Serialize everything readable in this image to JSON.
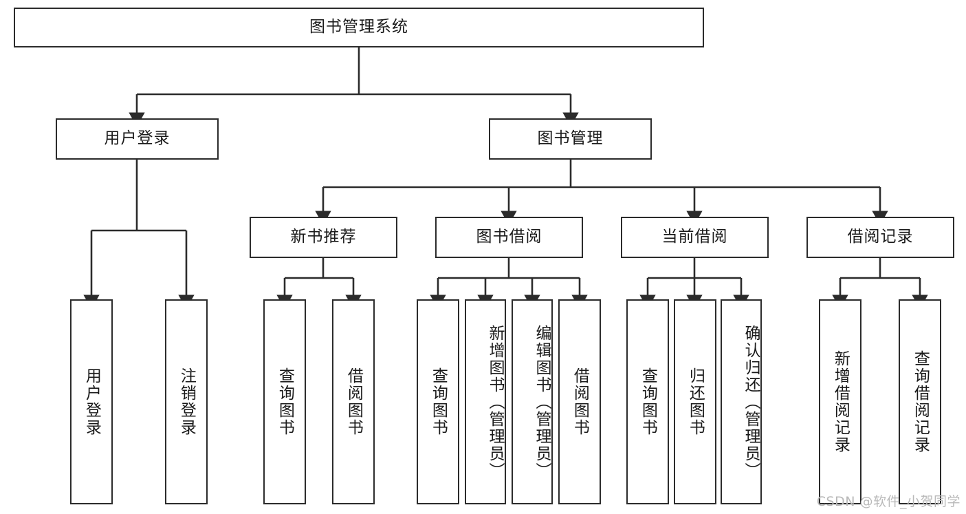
{
  "diagram": {
    "title": "图书管理系统",
    "type": "tree-hierarchy",
    "watermark": "CSDN @软件_小贺同学",
    "colors": {
      "border": "#2b2b2b",
      "background": "#ffffff",
      "text": "#1a1a1a",
      "watermark": "#b9b9b9"
    }
  },
  "nodes": {
    "root": {
      "label": "图书管理系统"
    },
    "level2": [
      {
        "id": "user-login",
        "label": "用户登录"
      },
      {
        "id": "book-manage",
        "label": "图书管理"
      }
    ],
    "level3": [
      {
        "id": "new-book-recommend",
        "label": "新书推荐"
      },
      {
        "id": "book-borrow",
        "label": "图书借阅"
      },
      {
        "id": "current-borrow",
        "label": "当前借阅"
      },
      {
        "id": "borrow-record",
        "label": "借阅记录"
      }
    ],
    "leaves": {
      "user_login": [
        {
          "id": "leaf-user-login",
          "label": "用户登录"
        },
        {
          "id": "leaf-logout",
          "label": "注销登录"
        }
      ],
      "new_book_recommend": [
        {
          "id": "leaf-query-book-1",
          "label": "查询图书"
        },
        {
          "id": "leaf-borrow-book-1",
          "label": "借阅图书"
        }
      ],
      "book_borrow": [
        {
          "id": "leaf-query-book-2",
          "label": "查询图书"
        },
        {
          "id": "leaf-add-book",
          "label": "新增图书（管理员）"
        },
        {
          "id": "leaf-edit-book",
          "label": "编辑图书（管理员）"
        },
        {
          "id": "leaf-borrow-book-2",
          "label": "借阅图书"
        }
      ],
      "current_borrow": [
        {
          "id": "leaf-query-book-3",
          "label": "查询图书"
        },
        {
          "id": "leaf-return-book",
          "label": "归还图书"
        },
        {
          "id": "leaf-confirm-return",
          "label": "确认归还（管理员）"
        }
      ],
      "borrow_record": [
        {
          "id": "leaf-add-record",
          "label": "新增借阅记录"
        },
        {
          "id": "leaf-query-record",
          "label": "查询借阅记录"
        }
      ]
    }
  },
  "chart_data": {
    "type": "table",
    "title": "图书管理系统 功能结构图",
    "hierarchy": [
      {
        "level": 1,
        "name": "图书管理系统",
        "children": [
          {
            "level": 2,
            "name": "用户登录",
            "children": [
              {
                "level": 3,
                "name": "用户登录"
              },
              {
                "level": 3,
                "name": "注销登录"
              }
            ]
          },
          {
            "level": 2,
            "name": "图书管理",
            "children": [
              {
                "level": 3,
                "name": "新书推荐",
                "children": [
                  {
                    "level": 4,
                    "name": "查询图书"
                  },
                  {
                    "level": 4,
                    "name": "借阅图书"
                  }
                ]
              },
              {
                "level": 3,
                "name": "图书借阅",
                "children": [
                  {
                    "level": 4,
                    "name": "查询图书"
                  },
                  {
                    "level": 4,
                    "name": "新增图书（管理员）"
                  },
                  {
                    "level": 4,
                    "name": "编辑图书（管理员）"
                  },
                  {
                    "level": 4,
                    "name": "借阅图书"
                  }
                ]
              },
              {
                "level": 3,
                "name": "当前借阅",
                "children": [
                  {
                    "level": 4,
                    "name": "查询图书"
                  },
                  {
                    "level": 4,
                    "name": "归还图书"
                  },
                  {
                    "level": 4,
                    "name": "确认归还（管理员）"
                  }
                ]
              },
              {
                "level": 3,
                "name": "借阅记录",
                "children": [
                  {
                    "level": 4,
                    "name": "新增借阅记录"
                  },
                  {
                    "level": 4,
                    "name": "查询借阅记录"
                  }
                ]
              }
            ]
          }
        ]
      }
    ]
  }
}
